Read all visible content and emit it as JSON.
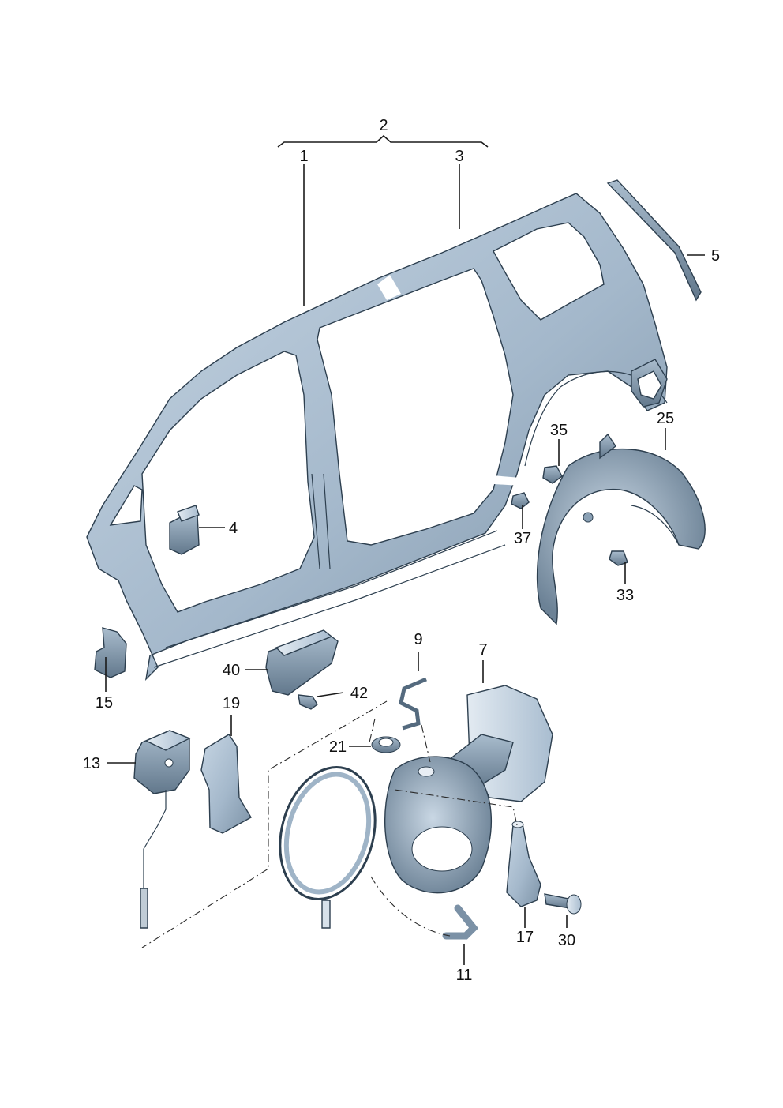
{
  "diagram": {
    "colors": {
      "panel_light": "#c4d4e2",
      "panel_mid": "#9fb4c7",
      "panel_dark": "#71879b",
      "outline": "#2d3f4f",
      "label": "#111111"
    },
    "callouts": [
      {
        "id": "1",
        "text": "1"
      },
      {
        "id": "2",
        "text": "2"
      },
      {
        "id": "3",
        "text": "3"
      },
      {
        "id": "4",
        "text": "4"
      },
      {
        "id": "5",
        "text": "5"
      },
      {
        "id": "7",
        "text": "7"
      },
      {
        "id": "9",
        "text": "9"
      },
      {
        "id": "11",
        "text": "11"
      },
      {
        "id": "13",
        "text": "13"
      },
      {
        "id": "15",
        "text": "15"
      },
      {
        "id": "17",
        "text": "17"
      },
      {
        "id": "19",
        "text": "19"
      },
      {
        "id": "21",
        "text": "21"
      },
      {
        "id": "25",
        "text": "25"
      },
      {
        "id": "30",
        "text": "30"
      },
      {
        "id": "33",
        "text": "33"
      },
      {
        "id": "35",
        "text": "35"
      },
      {
        "id": "37",
        "text": "37"
      },
      {
        "id": "40",
        "text": "40"
      },
      {
        "id": "42",
        "text": "42"
      }
    ]
  }
}
